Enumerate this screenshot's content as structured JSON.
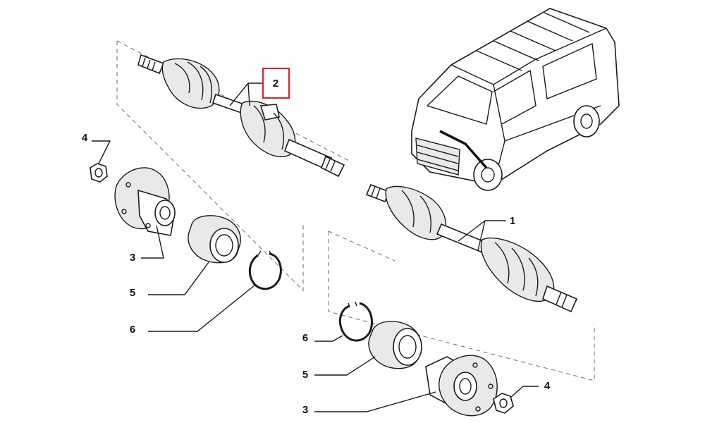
{
  "callouts": {
    "c2": "2",
    "c1": "1",
    "c4_left": "4",
    "c3_left": "3",
    "c5_left": "5",
    "c6_left": "6",
    "c6_right": "6",
    "c5_right": "5",
    "c3_right": "3",
    "c4_right": "4"
  },
  "colors": {
    "highlight": "#d8202a",
    "line": "#1a1a1a"
  },
  "icons": {
    "vehicle": "van-icon",
    "driveshaft": "driveshaft-icon",
    "hub": "wheel-hub-icon",
    "bearing": "bearing-icon",
    "circlip": "circlip-icon",
    "nut": "hex-nut-icon"
  }
}
